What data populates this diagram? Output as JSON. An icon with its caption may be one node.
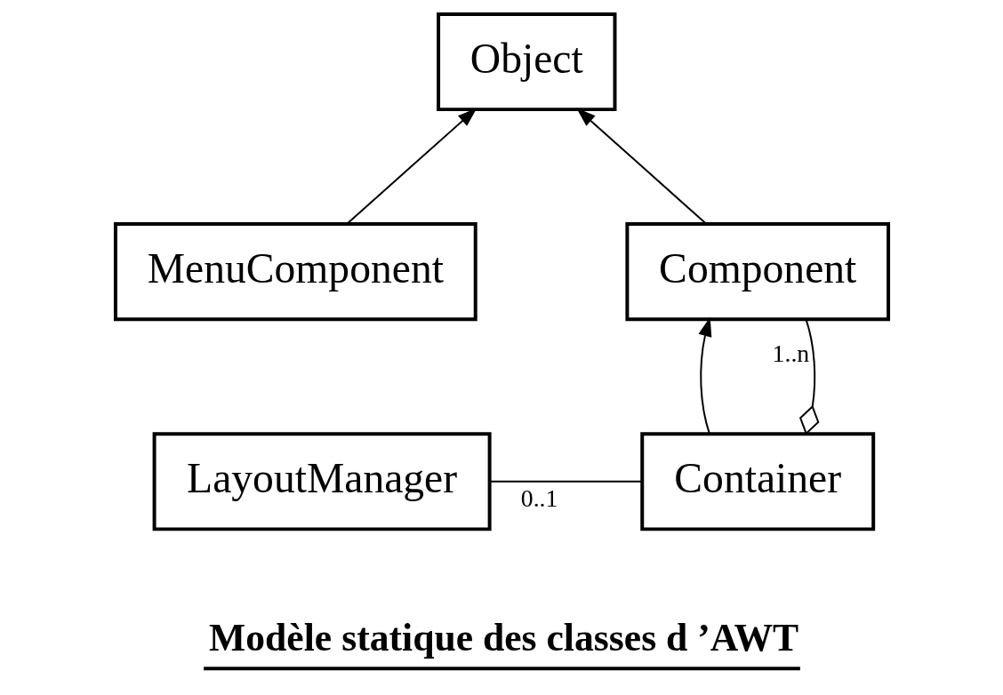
{
  "diagram": {
    "caption": "Modèle statique des classes d ’AWT",
    "nodes": [
      {
        "text": [
          "Object"
        ]
      },
      {
        "text": [
          "MenuComponent"
        ]
      },
      {
        "text": [
          "Component"
        ]
      },
      {
        "text": [
          "LayoutManager"
        ]
      },
      {
        "text": [
          "Container"
        ]
      }
    ],
    "edges": [
      {
        "from": 1,
        "to": 0,
        "arrow": "to"
      },
      {
        "from": 2,
        "to": 0,
        "arrow": "to"
      },
      {
        "from": 4,
        "to": 2,
        "arrow": "to"
      },
      {
        "from": 3,
        "to": 4,
        "arrow": "none",
        "label": "0..1"
      },
      {
        "from": 2,
        "to": 4,
        "arrow": "other",
        "label": "1..n"
      }
    ]
  }
}
